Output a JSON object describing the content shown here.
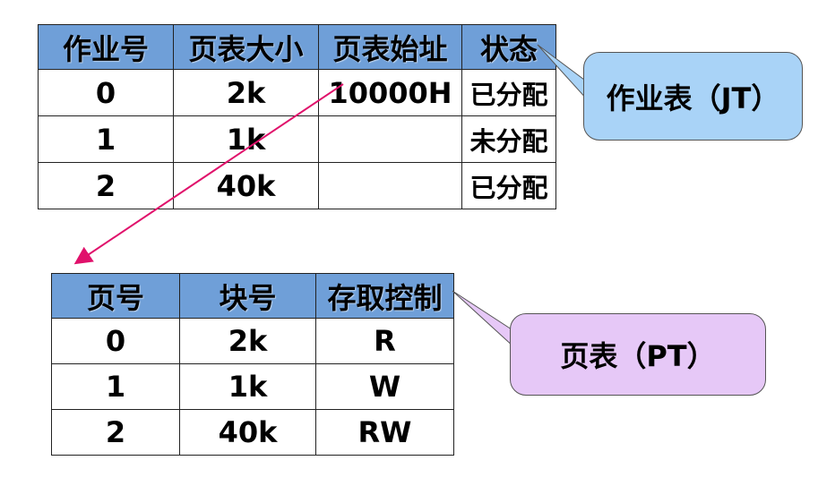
{
  "job_table": {
    "headers": [
      "作业号",
      "页表大小",
      "页表始址",
      "状态"
    ],
    "rows": [
      [
        "0",
        "2k",
        "10000H",
        "已分配"
      ],
      [
        "1",
        "1k",
        "",
        "未分配"
      ],
      [
        "2",
        "40k",
        "",
        "已分配"
      ]
    ]
  },
  "page_table": {
    "headers": [
      "页号",
      "块号",
      "存取控制"
    ],
    "rows": [
      [
        "0",
        "2k",
        "R"
      ],
      [
        "1",
        "1k",
        "W"
      ],
      [
        "2",
        "40k",
        "RW"
      ]
    ]
  },
  "callouts": {
    "job_table": "作业表（JT）",
    "page_table": "页表（PT）"
  },
  "colors": {
    "header": "#6f9fd8",
    "job_table_callout": "#a9d3f7",
    "page_table_callout": "#e6c8f7",
    "arrow": "#e0116b"
  }
}
